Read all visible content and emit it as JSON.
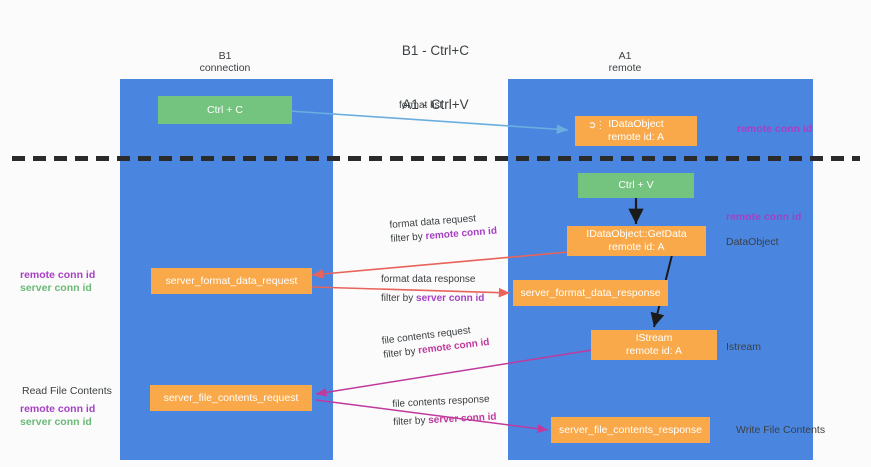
{
  "title": {
    "line1": "B1 - Ctrl+C",
    "line2": "A1 - Ctrl+V"
  },
  "columns": [
    {
      "id": "b1",
      "name": "B1",
      "role": "connection"
    },
    {
      "id": "a1",
      "name": "A1",
      "role": "remote"
    }
  ],
  "nodes": {
    "ctrl_c": {
      "line1": "Ctrl + C",
      "line2": "",
      "color": "#74c47f"
    },
    "idataobject_top": {
      "line1": "IDataObject",
      "line2": "remote id: A",
      "color": "#f9a94a"
    },
    "ctrl_v": {
      "line1": "Ctrl + V",
      "line2": "",
      "color": "#74c47f"
    },
    "getdata": {
      "line1": "IDataObject::GetData",
      "line2": "remote id: A",
      "color": "#f9a94a"
    },
    "server_format_data_request": {
      "line1": "server_format_data_request",
      "line2": "",
      "color": "#f9a94a"
    },
    "server_format_data_response": {
      "line1": "server_format_data_response",
      "line2": "",
      "color": "#f9a94a"
    },
    "istream": {
      "line1": "IStream",
      "line2": "remote id: A",
      "color": "#f9a94a"
    },
    "server_file_contents_request": {
      "line1": "server_file_contents_request",
      "line2": "",
      "color": "#f9a94a"
    },
    "server_file_contents_response": {
      "line1": "server_file_contents_response",
      "line2": "",
      "color": "#f9a94a"
    }
  },
  "edge_labels": {
    "format_list": {
      "line1": "format list",
      "line2": "",
      "keyword2": ""
    },
    "format_data_request": {
      "line1": "format data request",
      "line2": "filter by ",
      "keyword2": "remote conn id"
    },
    "format_data_response": {
      "line1": "format data response",
      "line2": "filter by ",
      "keyword2": "server conn id"
    },
    "file_contents_request": {
      "line1": "file contents request",
      "line2": "filter by ",
      "keyword2": "remote conn id"
    },
    "file_contents_response": {
      "line1": "file contents response",
      "line2": "filter by ",
      "keyword2": "server conn id"
    }
  },
  "annotations": {
    "right_remote_conn_top": "remote conn id",
    "right_remote_conn_mid": "remote conn id",
    "right_dataobject": "DataObject",
    "right_istream": "Istream",
    "right_write_file": "Write File Contents",
    "left_conn_ids": {
      "line1": "remote conn id",
      "line2": "server conn id"
    },
    "left_read_file": "Read File Contents",
    "left_conn_ids_2": {
      "line1": "remote conn id",
      "line2": "server conn id"
    }
  },
  "colors": {
    "lane": "#4a86e0",
    "green_node": "#74c47f",
    "orange_node": "#f9a94a",
    "purple_text": "#a63fc4",
    "green_text": "#6aba77",
    "pink_text": "#c0399c",
    "red_arrow": "#e8635a",
    "blue_arrow": "#6aaee0",
    "magenta_arrow": "#c0399c",
    "background": "#fbfbfb"
  }
}
